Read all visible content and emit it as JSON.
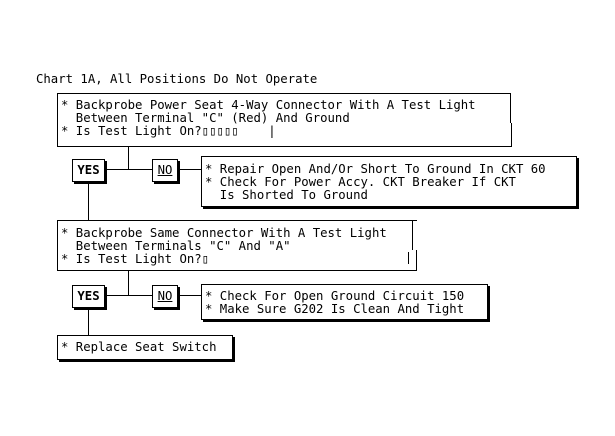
{
  "chart_title": "Chart 1A, All Positions Do Not Operate",
  "step1": {
    "lines": [
      "* Backprobe Power Seat 4-Way Connector With A Test Light",
      "  Between Terminal \"C\" (Red) And Ground",
      "* Is Test Light On?▯▯▯▯▯    |"
    ]
  },
  "branch1": {
    "yes": "YES",
    "no": "NO",
    "no_action_lines": [
      "* Repair Open And/Or Short To Ground In CKT 60",
      "* Check For Power Accy. CKT Breaker If CKT",
      "  Is Shorted To Ground"
    ]
  },
  "step2": {
    "lines": [
      "* Backprobe Same Connector With A Test Light",
      "  Between Terminals \"C\" And \"A\"",
      "* Is Test Light On?▯"
    ]
  },
  "branch2": {
    "yes": "YES",
    "no": "NO",
    "no_action_lines": [
      "* Check For Open Ground Circuit 150",
      "* Make Sure G202 Is Clean And Tight"
    ]
  },
  "final": {
    "line": "* Replace Seat Switch"
  }
}
